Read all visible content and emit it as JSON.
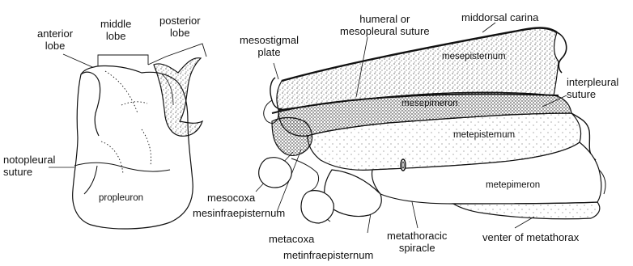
{
  "figure": {
    "left_labels": {
      "anterior_lobe": [
        "anterior",
        "lobe"
      ],
      "middle_lobe": [
        "middle",
        "lobe"
      ],
      "posterior_lobe": [
        "posterior",
        "lobe"
      ],
      "notopleural_suture": [
        "notopleural",
        "suture"
      ],
      "propleuron": "propleuron"
    },
    "right_labels": {
      "mesostigmal_plate": [
        "mesostigmal",
        "plate"
      ],
      "humeral_suture": [
        "humeral or",
        "mesopleural suture"
      ],
      "middorsal_carina": "middorsal carina",
      "interpleural_suture": [
        "interpleural",
        "suture"
      ],
      "mesocoxa": "mesocoxa",
      "mesinfraepisternum": "mesinfraepisternum",
      "metacoxa": "metacoxa",
      "metinfraepisternum": "metinfraepisternum",
      "metathoracic_spiracle": [
        "metathoracic",
        "spiracle"
      ],
      "venter_of_metathorax": "venter of metathorax"
    },
    "region_labels": {
      "mesepisternum": "mesepisternum",
      "mesepimeron": "mesepimeron",
      "metepisternum": "metepisternum",
      "metepimeron": "metepimeron"
    }
  }
}
